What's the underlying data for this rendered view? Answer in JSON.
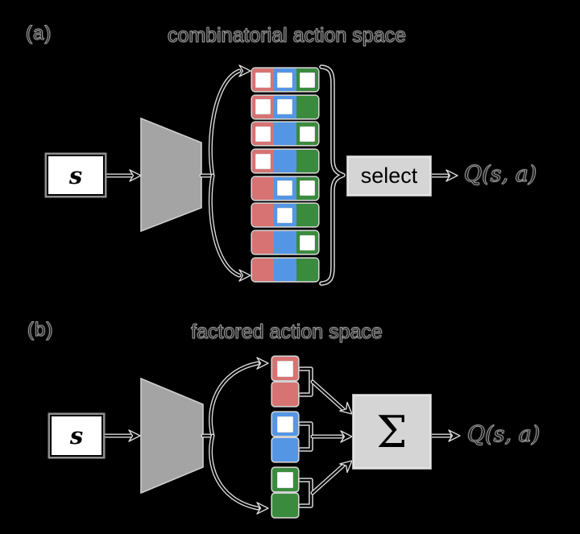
{
  "panel_a": {
    "label": "(a)",
    "title": "combinatorial action space",
    "state_label": "s",
    "select_label": "select",
    "q_label": "Q(s, a)",
    "rows": [
      [
        1,
        1,
        1
      ],
      [
        1,
        1,
        0
      ],
      [
        1,
        0,
        1
      ],
      [
        1,
        0,
        0
      ],
      [
        0,
        1,
        1
      ],
      [
        0,
        1,
        0
      ],
      [
        0,
        0,
        1
      ],
      [
        0,
        0,
        0
      ]
    ]
  },
  "panel_b": {
    "label": "(b)",
    "title": "factored action space",
    "state_label": "s",
    "sum_label": "Σ",
    "q_label": "Q(s, a)",
    "factors": [
      {
        "color_name": "red",
        "cells": [
          1,
          0
        ]
      },
      {
        "color_name": "blue",
        "cells": [
          1,
          0
        ]
      },
      {
        "color_name": "green",
        "cells": [
          1,
          0
        ]
      }
    ]
  },
  "colors": {
    "red": "#d77373",
    "blue": "#5496e4",
    "green": "#3a8b3e",
    "network_gray": "#a4a4a4",
    "op_box_gray": "#d5d5d5",
    "background": "#000000",
    "selected_square": "#ffffff"
  }
}
